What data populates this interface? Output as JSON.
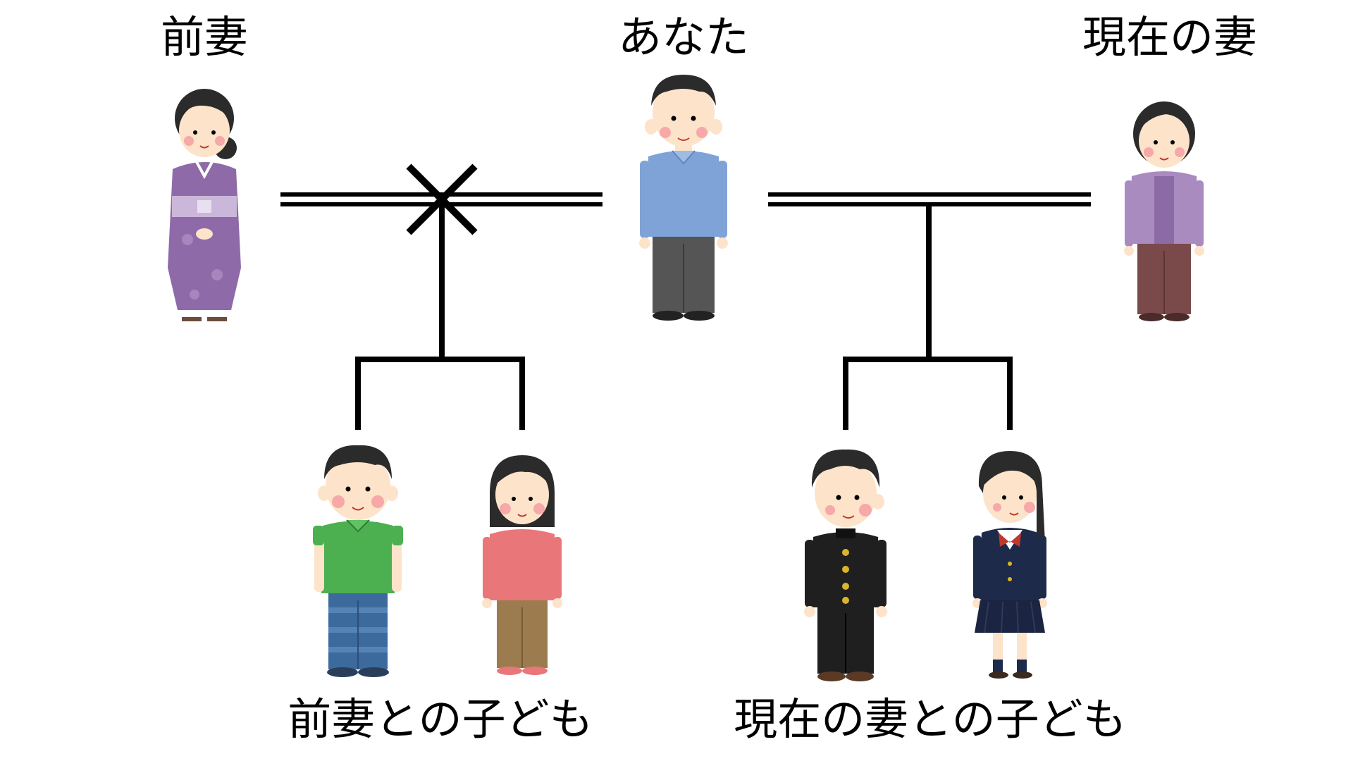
{
  "labels": {
    "ex_wife": "前妻",
    "you": "あなた",
    "current_wife": "現在の妻",
    "ex_wife_children": "前妻との子ども",
    "current_wife_children": "現在の妻との子ども"
  },
  "icons": [
    "woman-kimono-figure",
    "man-blue-sweater-figure",
    "woman-purple-cardigan-figure",
    "boy-green-shirt-figure",
    "girl-pink-sweater-figure",
    "boy-gakuran-uniform-figure",
    "girl-sailor-blazer-uniform-figure",
    "divorce-cross-mark"
  ],
  "colors": {
    "line": "#000000",
    "skin": "#fde3c9",
    "cheek": "#f7a8a8",
    "hair": "#2b2b2b",
    "kimono": "#8f6aa8",
    "man_sweater": "#7fa3d6",
    "man_pants": "#555555",
    "cardigan": "#a98bc0",
    "wife_pants": "#7a4a4a",
    "boy_shirt": "#4caf50",
    "boy_pants": "#3d6a9c",
    "girl_sweater": "#e9777a",
    "girl_pants": "#9c7b4e",
    "uniform": "#1f1f1f",
    "blazer": "#1d2a4a",
    "ribbon": "#c0392b",
    "button": "#d9b52b"
  }
}
